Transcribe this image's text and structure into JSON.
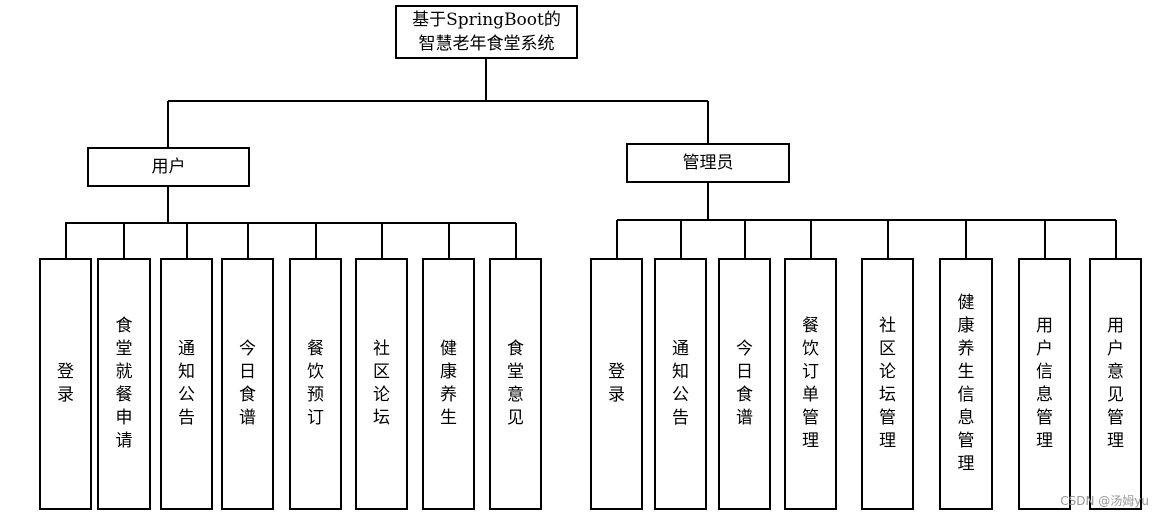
{
  "root": {
    "line1": "基于SpringBoot的",
    "line2": "智慧老年食堂系统"
  },
  "user": {
    "label": "用户",
    "modules": [
      "登录",
      "食堂就餐申请",
      "通知公告",
      "今日食谱",
      "餐饮预订",
      "社区论坛",
      "健康养生",
      "食堂意见"
    ]
  },
  "admin": {
    "label": "管理员",
    "modules": [
      "登录",
      "通知公告",
      "今日食谱",
      "餐饮订单管理",
      "社区论坛管理",
      "健康养生信息管理",
      "用户信息管理",
      "用户意见管理"
    ]
  },
  "watermark": "CSDN @汤姆yu"
}
